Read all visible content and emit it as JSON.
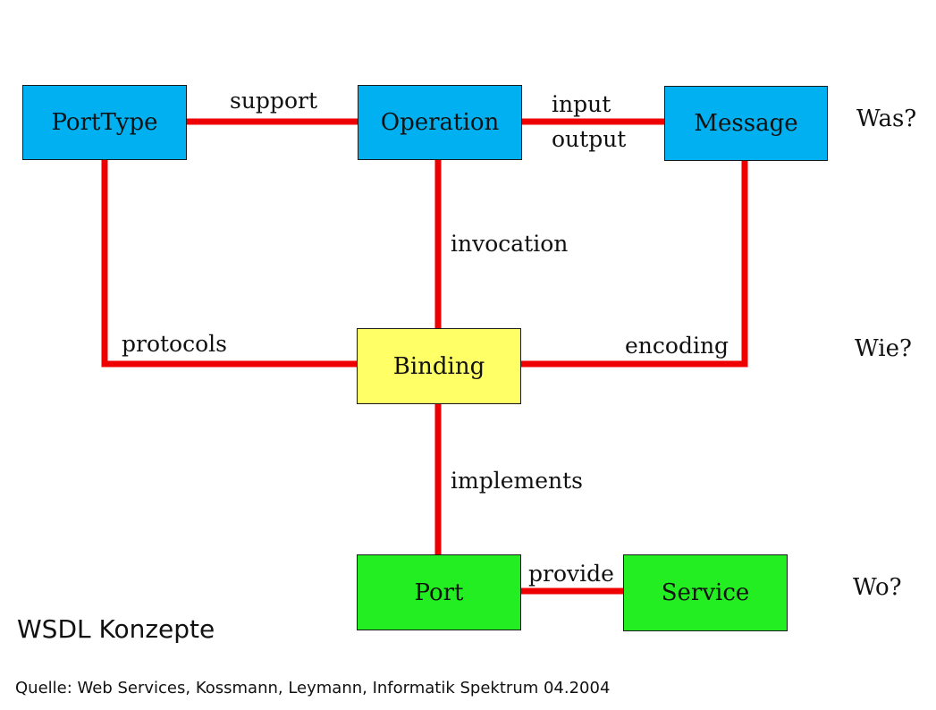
{
  "colors": {
    "edge": "#ee0000",
    "what_box": "#00b0f0",
    "how_box": "#ffff66",
    "where_box": "#22ee22"
  },
  "nodes": {
    "porttype": "PortType",
    "operation": "Operation",
    "message": "Message",
    "binding": "Binding",
    "port": "Port",
    "service": "Service"
  },
  "edges": {
    "support": "support",
    "input": "input",
    "output": "output",
    "invocation": "invocation",
    "protocols": "protocols",
    "encoding": "encoding",
    "implements": "implements",
    "provide": "provide"
  },
  "levels": {
    "was": "Was?",
    "wie": "Wie?",
    "wo": "Wo?"
  },
  "title": "WSDL Konzepte",
  "source": "Quelle: Web Services, Kossmann, Leymann, Informatik Spektrum 04.2004"
}
